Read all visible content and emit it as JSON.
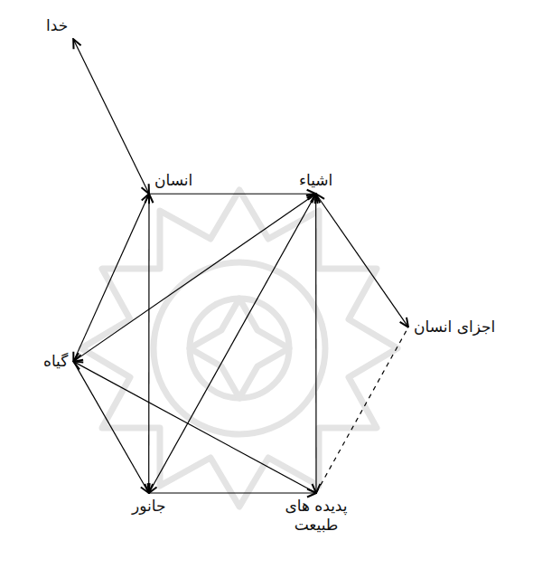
{
  "diagram": {
    "nodes": [
      {
        "text": [
          "خدا"
        ]
      },
      {
        "text": [
          "انسان"
        ]
      },
      {
        "text": [
          "اشیاء"
        ]
      },
      {
        "text": [
          "گیاه"
        ]
      },
      {
        "text": [
          "اجزای انسان"
        ]
      },
      {
        "text": [
          "جانور"
        ]
      },
      {
        "text": [
          "پدیده های طبیعت"
        ]
      }
    ],
    "edges": [
      {
        "from": 0,
        "to": 1,
        "arrow": "both"
      },
      {
        "from": 1,
        "to": 2,
        "arrow": "to"
      },
      {
        "from": 1,
        "to": 3,
        "arrow": "both"
      },
      {
        "from": 1,
        "to": 5,
        "arrow": "both"
      },
      {
        "from": 2,
        "to": 3,
        "arrow": "both"
      },
      {
        "from": 2,
        "to": 5,
        "arrow": "both"
      },
      {
        "from": 2,
        "to": 6,
        "arrow": "both"
      },
      {
        "from": 2,
        "to": 4,
        "arrow": "both"
      },
      {
        "from": 3,
        "to": 5,
        "arrow": "to"
      },
      {
        "from": 6,
        "to": 3,
        "arrow": "to"
      },
      {
        "from": 5,
        "to": 6,
        "arrow": "to"
      },
      {
        "from": 6,
        "to": 4,
        "arrow": "none"
      }
    ]
  }
}
